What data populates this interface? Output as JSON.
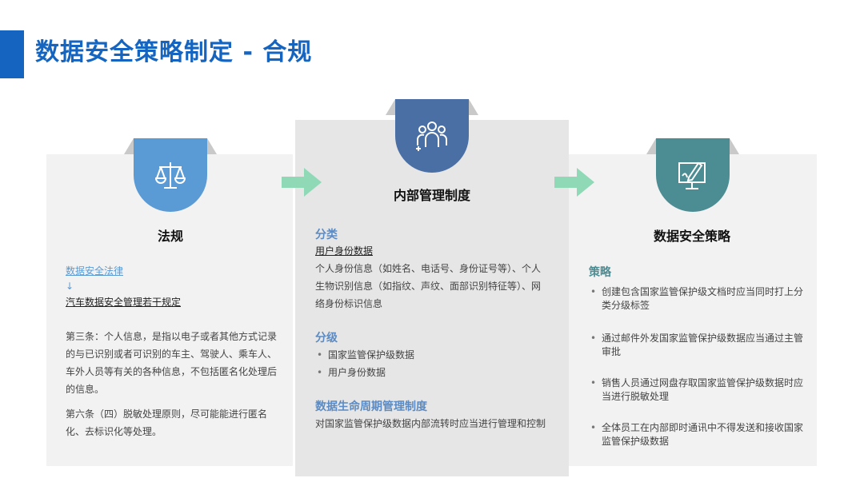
{
  "title": "数据安全策略制定 - 合规",
  "colors": {
    "brand": "#1565c0",
    "badge_left": "#5b9bd5",
    "badge_mid": "#4a6fa5",
    "badge_right": "#4c8c93",
    "arrow": "#8fd9b6"
  },
  "left": {
    "icon": "scales-icon",
    "title": "法规",
    "link": "数据安全法律",
    "arrow_glyph": "↓",
    "regulation": "汽车数据安全管理若干规定",
    "para1": "第三条：个人信息，是指以电子或者其他方式记录的与已识别或者可识别的车主、驾驶人、乘车人、车外人员等有关的各种信息，不包括匿名化处理后的信息。",
    "para2": "第六条（四）脱敏处理原则，尽可能能进行匿名化、去标识化等处理。"
  },
  "mid": {
    "icon": "people-group-icon",
    "title": "内部管理制度",
    "classify_head": "分类",
    "classify_sub": "用户身份数据",
    "classify_text": "个人身份信息（如姓名、电话号、身份证号等）、个人生物识别信息（如指纹、声纹、面部识别特征等）、网络身份标识信息",
    "grade_head": "分级",
    "grade_items": [
      "国家监管保护级数据",
      "用户身份数据"
    ],
    "lifecycle_head": "数据生命周期管理制度",
    "lifecycle_text": "对国家监管保护级数据内部流转时应当进行管理和控制"
  },
  "right": {
    "icon": "monitor-pen-icon",
    "title": "数据安全策略",
    "strategy_head": "策略",
    "items": [
      "创建包含国家监管保护级文档时应当同时打上分类分级标签",
      "通过邮件外发国家监管保护级数据应当通过主管审批",
      "销售人员通过网盘存取国家监管保护级数据时应当进行脱敏处理",
      "全体员工在内部即时通讯中不得发送和接收国家监管保护级数据"
    ]
  }
}
